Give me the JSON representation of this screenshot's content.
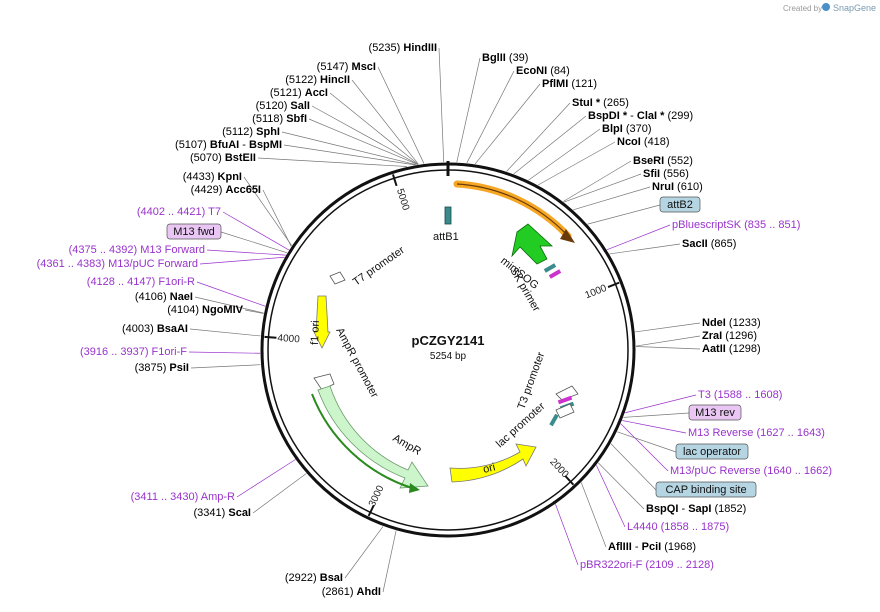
{
  "credit": {
    "prefix": "Created by",
    "brand": "SnapGene"
  },
  "plasmid": {
    "name": "pCZGY2141",
    "length_label": "5254 bp",
    "length": 5254
  },
  "ticks": [
    {
      "label": "1000",
      "pos": 1000
    },
    {
      "label": "2000",
      "pos": 2000
    },
    {
      "label": "3000",
      "pos": 3000
    },
    {
      "label": "4000",
      "pos": 4000
    },
    {
      "label": "5000",
      "pos": 5000
    }
  ],
  "sites_left": [
    {
      "pos": "(5235)",
      "name": "HindIII",
      "bp": 5235
    },
    {
      "pos": "(5147)",
      "name": "MscI",
      "bp": 5147
    },
    {
      "pos": "(5122)",
      "name": "HincII",
      "bp": 5122
    },
    {
      "pos": "(5121)",
      "name": "AccI",
      "bp": 5121
    },
    {
      "pos": "(5120)",
      "name": "SalI",
      "bp": 5120
    },
    {
      "pos": "(5118)",
      "name": "SbfI",
      "bp": 5118
    },
    {
      "pos": "(5112)",
      "name": "SphI",
      "bp": 5112
    },
    {
      "pos": "(5107)",
      "name": "BfuAI",
      "name2": "BspMI",
      "bp": 5107
    },
    {
      "pos": "(5070)",
      "name": "BstEII",
      "bp": 5070
    },
    {
      "pos": "(4433)",
      "name": "KpnI",
      "bp": 4433
    },
    {
      "pos": "(4429)",
      "name": "Acc65I",
      "bp": 4429
    },
    {
      "pos": "(4106)",
      "name": "NaeI",
      "bp": 4106
    },
    {
      "pos": "(4104)",
      "name": "NgoMIV",
      "bp": 4104
    },
    {
      "pos": "(4003)",
      "name": "BsaAI",
      "bp": 4003
    },
    {
      "pos": "(3875)",
      "name": "PsiI",
      "bp": 3875
    },
    {
      "pos": "(3341)",
      "name": "ScaI",
      "bp": 3341
    },
    {
      "pos": "(2922)",
      "name": "BsaI",
      "bp": 2922
    },
    {
      "pos": "(2861)",
      "name": "AhdI",
      "bp": 2861
    }
  ],
  "sites_right": [
    {
      "name": "BglII",
      "pos": "(39)",
      "bp": 39
    },
    {
      "name": "EcoNI",
      "pos": "(84)",
      "bp": 84
    },
    {
      "name": "PflMI",
      "pos": "(121)",
      "bp": 121
    },
    {
      "name": "StuI *",
      "pos": "(265)",
      "bp": 265
    },
    {
      "name": "BspDI *",
      "name2": "ClaI *",
      "pos": "(299)",
      "bp": 299
    },
    {
      "name": "BlpI",
      "pos": "(370)",
      "bp": 370
    },
    {
      "name": "NcoI",
      "pos": "(418)",
      "bp": 418
    },
    {
      "name": "BseRI",
      "pos": "(552)",
      "bp": 552
    },
    {
      "name": "SfiI",
      "pos": "(556)",
      "bp": 556
    },
    {
      "name": "NruI",
      "pos": "(610)",
      "bp": 610
    },
    {
      "name": "SacII",
      "pos": "(865)",
      "bp": 865
    },
    {
      "name": "NdeI",
      "pos": "(1233)",
      "bp": 1233
    },
    {
      "name": "ZraI",
      "pos": "(1296)",
      "bp": 1296
    },
    {
      "name": "AatII",
      "pos": "(1298)",
      "bp": 1298
    },
    {
      "name": "BspQI",
      "name2": "SapI",
      "pos": "(1852)",
      "bp": 1852
    },
    {
      "name": "AflIII",
      "name2": "PciI",
      "pos": "(1968)",
      "bp": 1968
    }
  ],
  "primers_left": [
    {
      "range": "(4402 .. 4421)",
      "name": "T7",
      "bp": 4410
    },
    {
      "range": "(4375 .. 4392)",
      "name": "M13 Forward",
      "bp": 4383
    },
    {
      "range": "(4361 .. 4383)",
      "name": "M13/pUC Forward",
      "bp": 4372
    },
    {
      "range": "(4128 .. 4147)",
      "name": "F1ori-R",
      "bp": 4137
    },
    {
      "range": "(3916 .. 3937)",
      "name": "F1ori-F",
      "bp": 3926
    },
    {
      "range": "(3411 .. 3430)",
      "name": "Amp-R",
      "bp": 3420
    }
  ],
  "primers_right": [
    {
      "name": "pBluescriptSK",
      "range": "(835 .. 851)",
      "bp": 843
    },
    {
      "name": "T3",
      "range": "(1588 .. 1608)",
      "bp": 1598
    },
    {
      "name": "M13 Reverse",
      "range": "(1627 .. 1643)",
      "bp": 1635
    },
    {
      "name": "M13/pUC Reverse",
      "range": "(1640 .. 1662)",
      "bp": 1651
    },
    {
      "name": "L4440",
      "range": "(1858 .. 1875)",
      "bp": 1866
    },
    {
      "name": "pBR322ori-F",
      "range": "(2109 .. 2128)",
      "bp": 2118
    }
  ],
  "boxed_labels": [
    {
      "text": "attB2",
      "color": "#b5d5e3",
      "bp": 700
    },
    {
      "text": "M13 rev",
      "color": "#e9c6f3",
      "bp": 1620
    },
    {
      "text": "lac operator",
      "color": "#b5d5e3",
      "bp": 1690
    },
    {
      "text": "CAP binding site",
      "color": "#b5d5e3",
      "bp": 1750
    },
    {
      "text": "M13 fwd",
      "color": "#e9c6f3",
      "bp": 4395
    }
  ],
  "features": [
    {
      "label": "attB1",
      "color": "#3a8c8c"
    },
    {
      "label": "miniSOG",
      "color": "#22cc22"
    },
    {
      "label": "SK primer",
      "color": "#cc33cc"
    },
    {
      "label": "T7 promoter",
      "color": "#ffffff"
    },
    {
      "label": "f1 ori",
      "color": "#ffff00"
    },
    {
      "label": "AmpR promoter",
      "color": "#ffffff"
    },
    {
      "label": "AmpR",
      "color": "#ccf5cc"
    },
    {
      "label": "ori",
      "color": "#ffff00"
    },
    {
      "label": "T3 promoter",
      "color": "#ffffff"
    },
    {
      "label": "lac promoter",
      "color": "#ffffff"
    }
  ],
  "colors": {
    "primer": "#9933cc",
    "site": "#111111",
    "orange": "#f5a623",
    "green": "#2a8a1e"
  }
}
